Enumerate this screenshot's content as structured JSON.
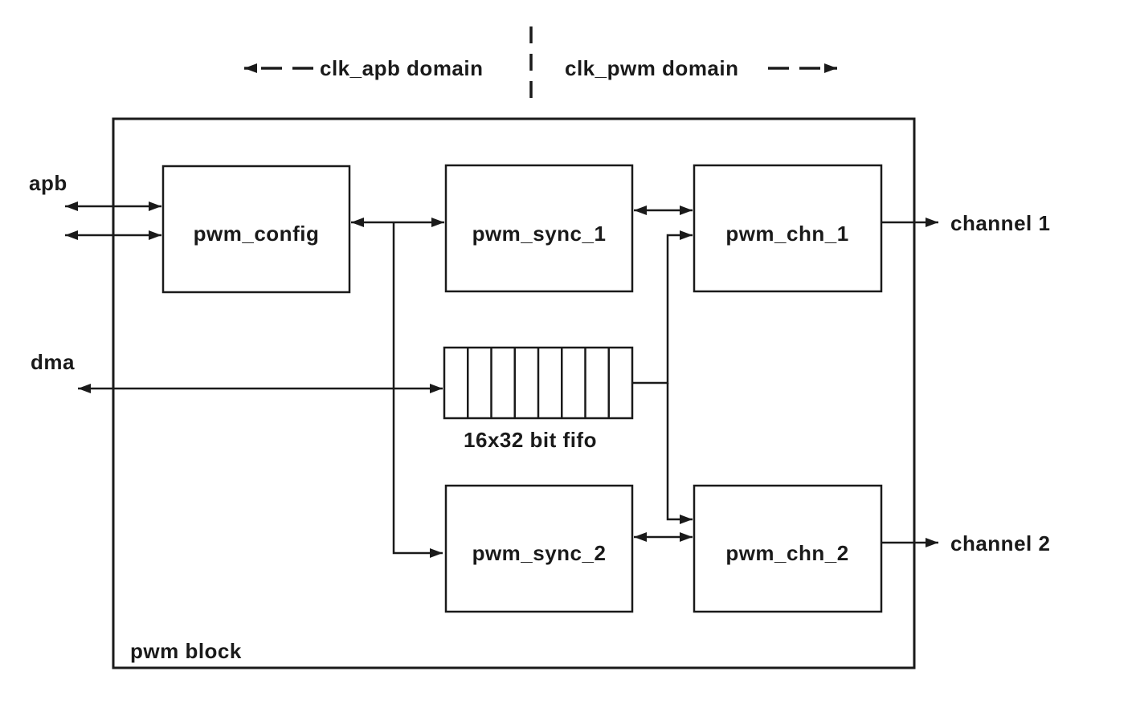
{
  "colors": {
    "ink": "#1a1a1a",
    "background": "#ffffff"
  },
  "header": {
    "left_domain_label": "clk_apb domain",
    "right_domain_label": "clk_pwm domain"
  },
  "container": {
    "label": "pwm block"
  },
  "blocks": {
    "pwm_config": {
      "label": "pwm_config"
    },
    "pwm_sync_1": {
      "label": "pwm_sync_1"
    },
    "pwm_chn_1": {
      "label": "pwm_chn_1"
    },
    "pwm_sync_2": {
      "label": "pwm_sync_2"
    },
    "pwm_chn_2": {
      "label": "pwm_chn_2"
    }
  },
  "fifo": {
    "label": "16x32 bit fifo",
    "cells": 8
  },
  "external_ports": {
    "apb": {
      "label": "apb"
    },
    "dma": {
      "label": "dma"
    },
    "channel_1": {
      "label": "channel 1"
    },
    "channel_2": {
      "label": "channel 2"
    }
  }
}
